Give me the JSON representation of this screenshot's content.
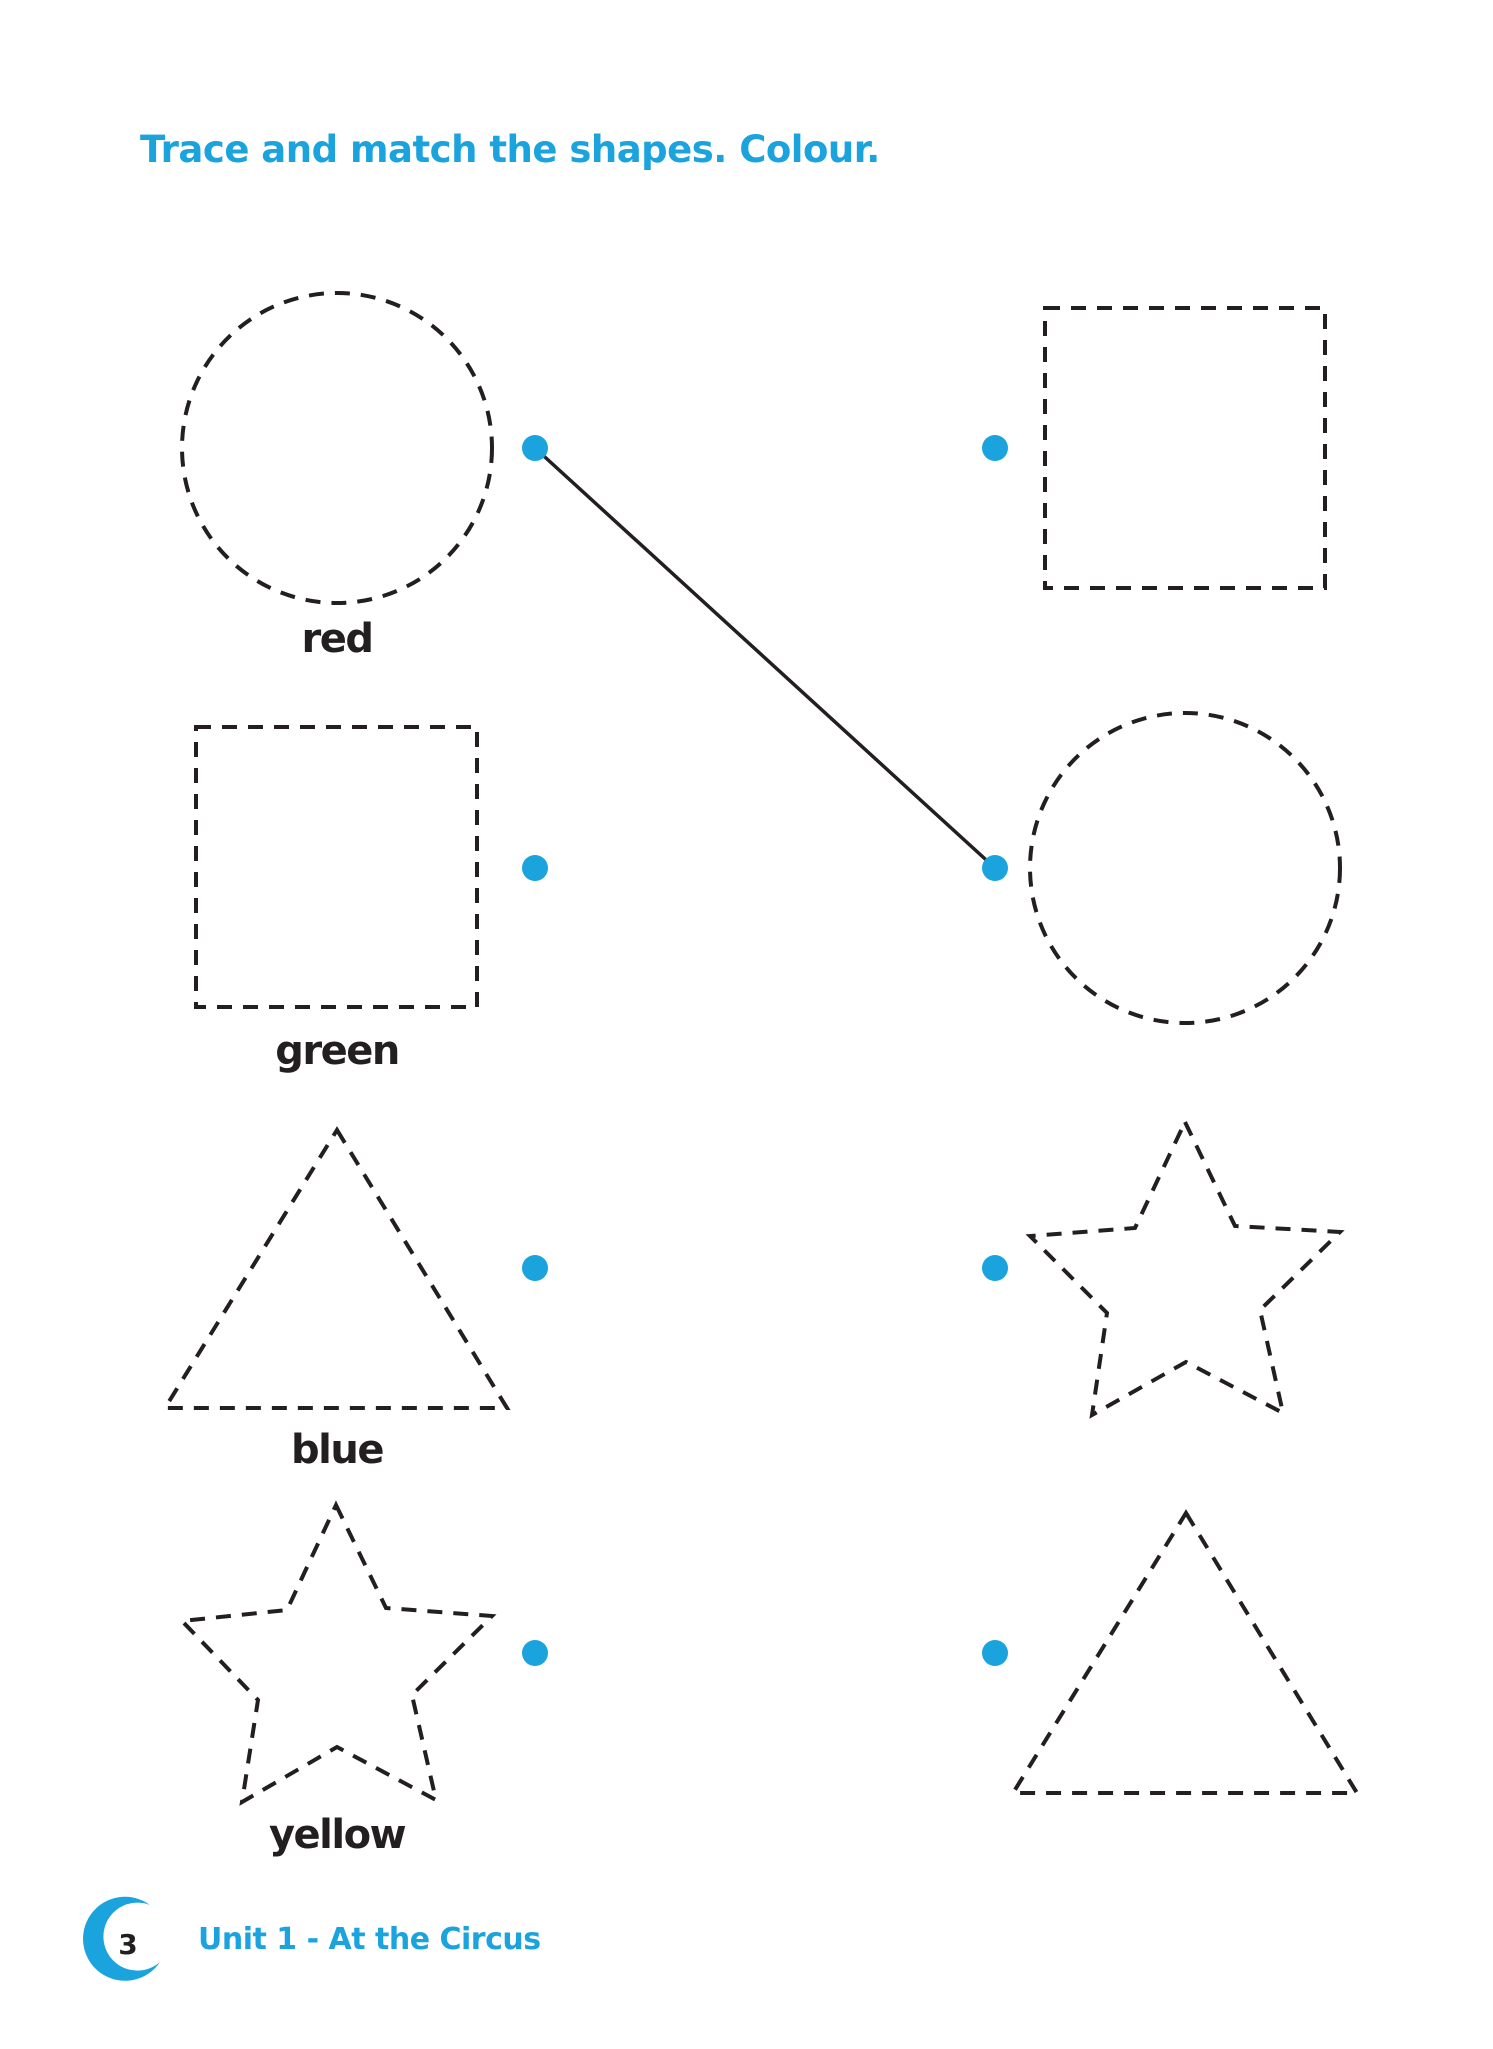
{
  "page": {
    "instruction": "Trace and match the shapes. Colour.",
    "accent_color": "#1ba3dd",
    "ink_color": "#231f20"
  },
  "left_column": {
    "items": [
      {
        "shape": "circle",
        "label": "red"
      },
      {
        "shape": "square",
        "label": "green"
      },
      {
        "shape": "triangle",
        "label": "blue"
      },
      {
        "shape": "star",
        "label": "yellow"
      }
    ]
  },
  "right_column": {
    "items": [
      {
        "shape": "square"
      },
      {
        "shape": "circle"
      },
      {
        "shape": "star"
      },
      {
        "shape": "triangle"
      }
    ]
  },
  "matches_drawn": [
    {
      "from": "circle (red)",
      "to": "circle"
    }
  ],
  "footer": {
    "page_number": "3",
    "unit_title": "Unit 1 - At the Circus"
  }
}
